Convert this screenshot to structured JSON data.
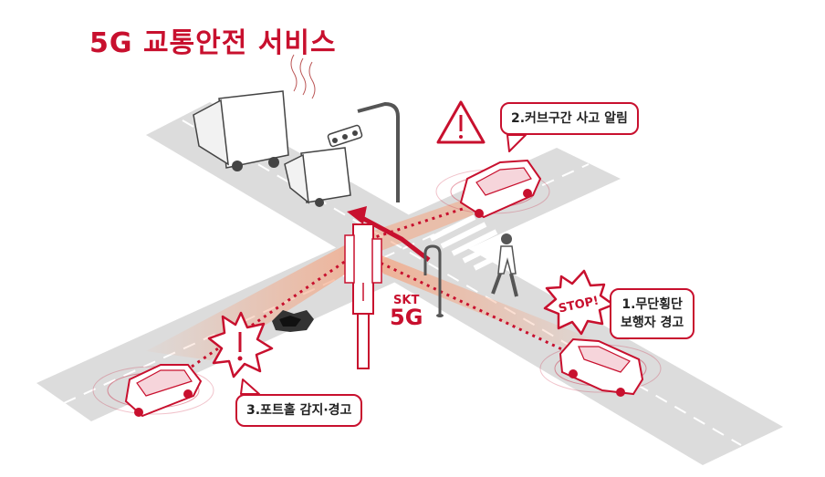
{
  "title": "5G 교통안전 서비스",
  "callouts": {
    "curve_accident": "2.커브구간 사고 알림",
    "pedestrian_line1": "1.무단횡단",
    "pedestrian_line2": "보행자 경고",
    "pothole": "3.포트홀 감지·경고"
  },
  "stop_sign": "STOP!",
  "tower_label": {
    "brand": "SKT",
    "network": "5G"
  },
  "icons": [
    "warning-triangle-icon",
    "alert-burst-icon",
    "stop-burst-icon",
    "traffic-light-icon",
    "cell-tower-icon",
    "pothole-icon",
    "pedestrian-icon",
    "truck-icon",
    "car-icon"
  ],
  "colors": {
    "accent": "#c8102e",
    "road": "#d9d9d9",
    "signal_beam": "#f4a582"
  }
}
